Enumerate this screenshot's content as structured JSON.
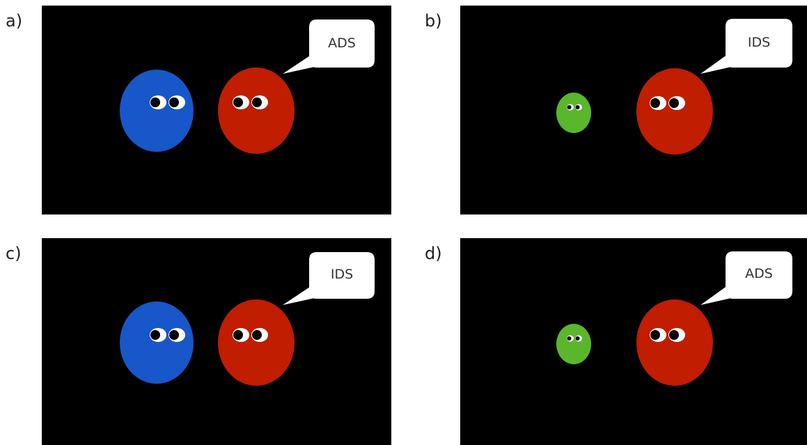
{
  "colors": {
    "background": "#000000",
    "adult_blue": "#1757c9",
    "speaker_red": "#c11d00",
    "child_green": "#5ab72c",
    "bubble": "#ffffff"
  },
  "panels": [
    {
      "label": "a)",
      "speech": "ADS",
      "listener": "adult"
    },
    {
      "label": "b)",
      "speech": "IDS",
      "listener": "child"
    },
    {
      "label": "c)",
      "speech": "IDS",
      "listener": "adult"
    },
    {
      "label": "d)",
      "speech": "ADS",
      "listener": "child"
    }
  ]
}
